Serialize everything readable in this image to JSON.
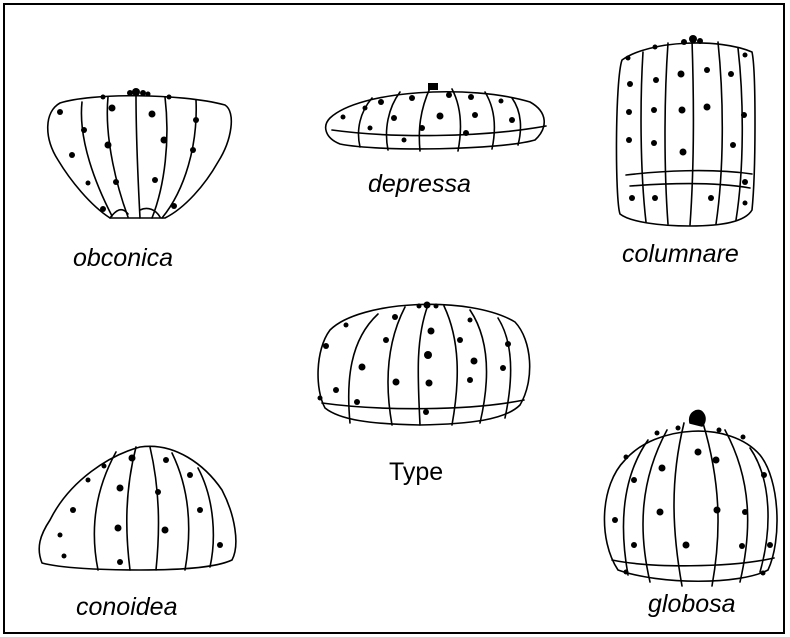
{
  "labels": {
    "obconica": "obconica",
    "depressa": "depressa",
    "columnare": "columnare",
    "type": "Type",
    "conoidea": "conoidea",
    "globosa": "globosa"
  },
  "colors": {
    "ink": "#000000",
    "background": "#ffffff"
  }
}
